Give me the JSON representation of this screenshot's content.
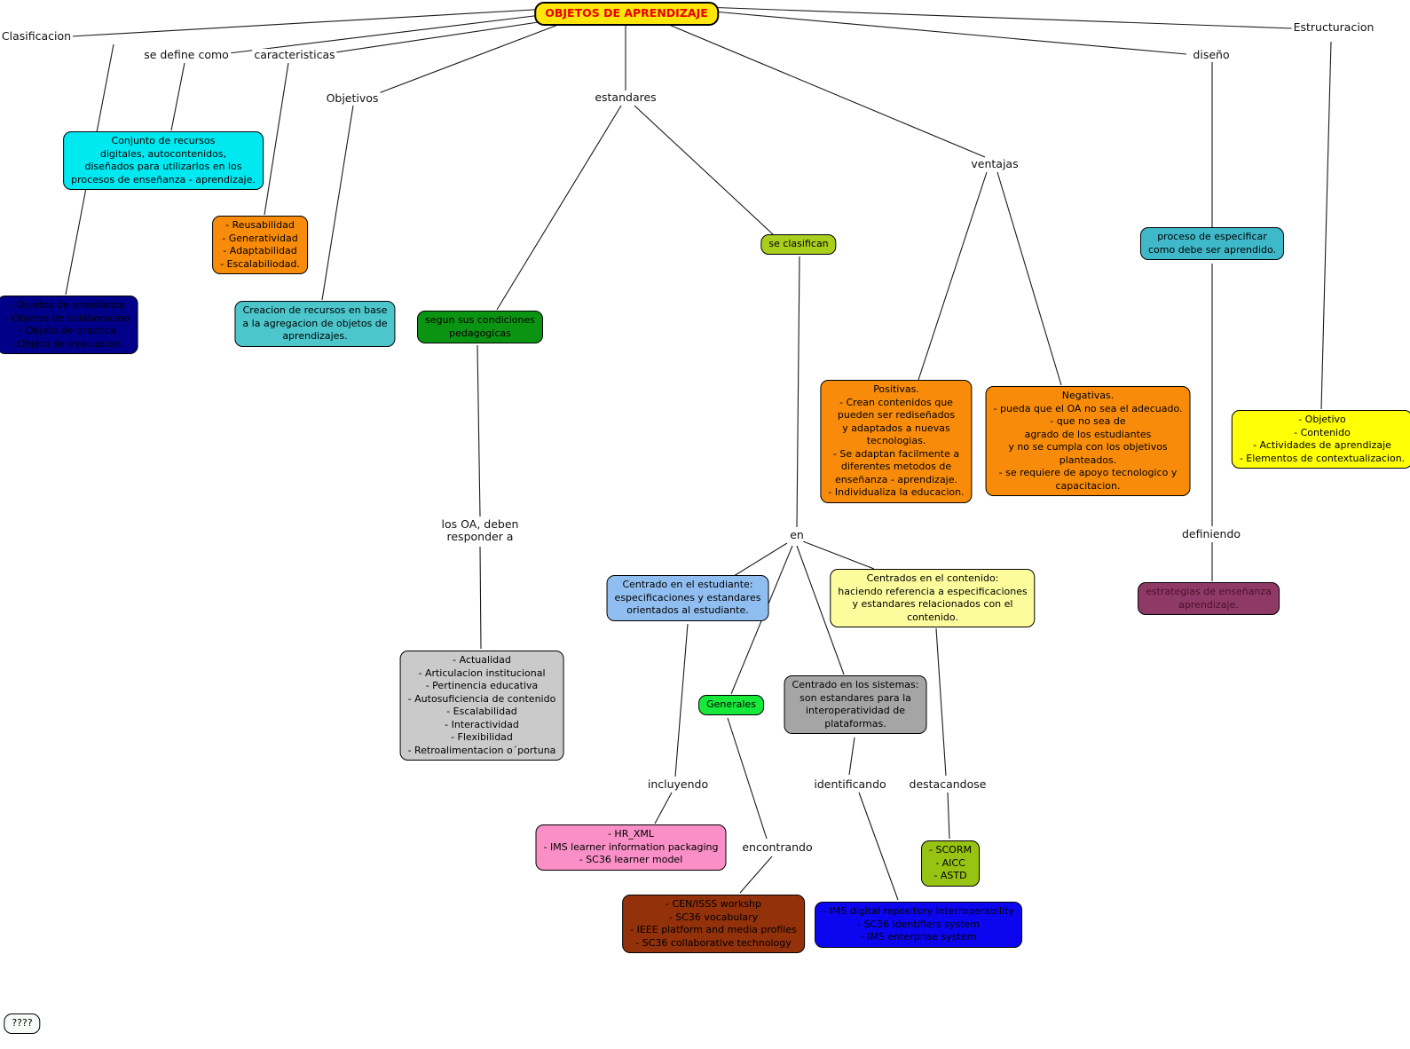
{
  "map": {
    "root": "OBJETOS DE APRENDIZAJE",
    "nodes": {
      "definicion": "Conjunto de recursos\ndigitales, autocontenidos,\ndiseñados para utilizarlos en los\nprocesos de enseñanza - aprendizaje.",
      "caracteristicas_lista": "- Reusabilidad\n- Generatividad\n- Adaptabilidad\n- Escalabiliodad.",
      "tipos_objetos": "- Objetos de enseñanza\n- Objetos de colaboracion\n- Objeto de practica\n- Objeto de evaluacion.",
      "objetivos_definicion": "Creacion de recursos en base\na la agregacion de objetos de\naprendizajes.",
      "condiciones_pedagogicas": "segun sus condiciones\npedagogicas",
      "se_clasifican": "se clasifican",
      "proceso_diseno": "proceso de especificar\ncomo debe ser aprendido.",
      "positivas": "Positivas.\n- Crean contenidos que\npueden ser rediseñados\ny adaptados a nuevas\ntecnologias.\n- Se adaptan facilmente a\ndiferentes metodos de\nenseñanza - aprendizaje.\n- Individualiza la educacion.",
      "negativas": "Negativas.\n- pueda que el OA no sea el adecuado.\n- que no sea de\nagrado de los estudiantes\ny no se cumpla con los objetivos\nplanteados.\n- se requiere de apoyo tecnologico y\ncapacitacion.",
      "estructura_elementos": "- Objetivo\n- Contenido\n- Actividades de aprendizaje\n- Elementos de contextualizacion.",
      "centrado_estudiante": "Centrado en el estudiante:\nespecificaciones y estandares\norientados al estudiante.",
      "centrado_contenido": "Centrados en el contenido:\nhaciendo referencia a especificaciones\ny estandares relacionados con el\ncontenido.",
      "estrategias": "estrategias de enseñanza\naprendizaje.",
      "criterios_oa": "- Actualidad\n- Articulacion institucional\n- Pertinencia educativa\n- Autosuficiencia de contenido\n- Escalabilidad\n- Interactividad\n- Flexibilidad\n- Retroalimentacion o´portuna",
      "generales": "Generales",
      "centrado_sistemas": "Centrado en los sistemas:\nson estandares para la\ninteroperatividad de\nplataformas.",
      "estandares_estudiante": "- HR_XML\n- IMS learner information packaging\n- SC36 learner model",
      "estandares_generales": "- CEN/ISSS workshp\n- SC36 vocabulary\n- IEEE platform and media profiles\n- SC36 collaborative technology",
      "estandares_sistemas": "- IMS digital repository interroperability\n- SC36 identifiers system\n- IMS enterprise system",
      "scorm": "- SCORM\n- AICC\n- ASTD",
      "desconocido": "????"
    },
    "labels": {
      "clasificacion": "Clasificacion",
      "se_define_como": "se define como",
      "caracteristicas": "caracteristicas",
      "objetivos": "Objetivos",
      "estandares": "estandares",
      "ventajas": "ventajas",
      "diseno": "diseño",
      "estructuracion": "Estructuracion",
      "los_oa_deben": "los OA, deben\nresponder a",
      "en": "en",
      "definiendo": "definiendo",
      "incluyendo": "incluyendo",
      "identificando": "identificando",
      "destacandose": "destacandose",
      "encontrando": "encontrando"
    },
    "colors": {
      "root_bg": "#FFE60A",
      "root_text": "#E80000",
      "definicion_bg": "#00E8F0",
      "caracteristicas_bg": "#F88C0A",
      "tipos_objetos_bg": "#000089",
      "objetivos_definicion_bg": "#4CC6CB",
      "condiciones_bg": "#0B9412",
      "se_clasifican_bg": "#A9CE1E",
      "proceso_bg": "#3FB8C9",
      "positivas_bg": "#F88C0A",
      "negativas_bg": "#F88C0A",
      "estructura_bg": "#FFFF05",
      "centrado_estudiante_bg": "#90BEF0",
      "centrado_contenido_bg": "#FCFC9C",
      "estrategias_bg": "#8F3A66",
      "criterios_bg": "#CACACA",
      "generales_bg": "#17E93B",
      "centrado_sistemas_bg": "#A5A5A5",
      "estandares_estudiante_bg": "#F98FC6",
      "estandares_generales_bg": "#93310A",
      "estandares_sistemas_bg": "#0B06EF",
      "scorm_bg": "#97C312",
      "line": "#1A1A1A"
    }
  }
}
